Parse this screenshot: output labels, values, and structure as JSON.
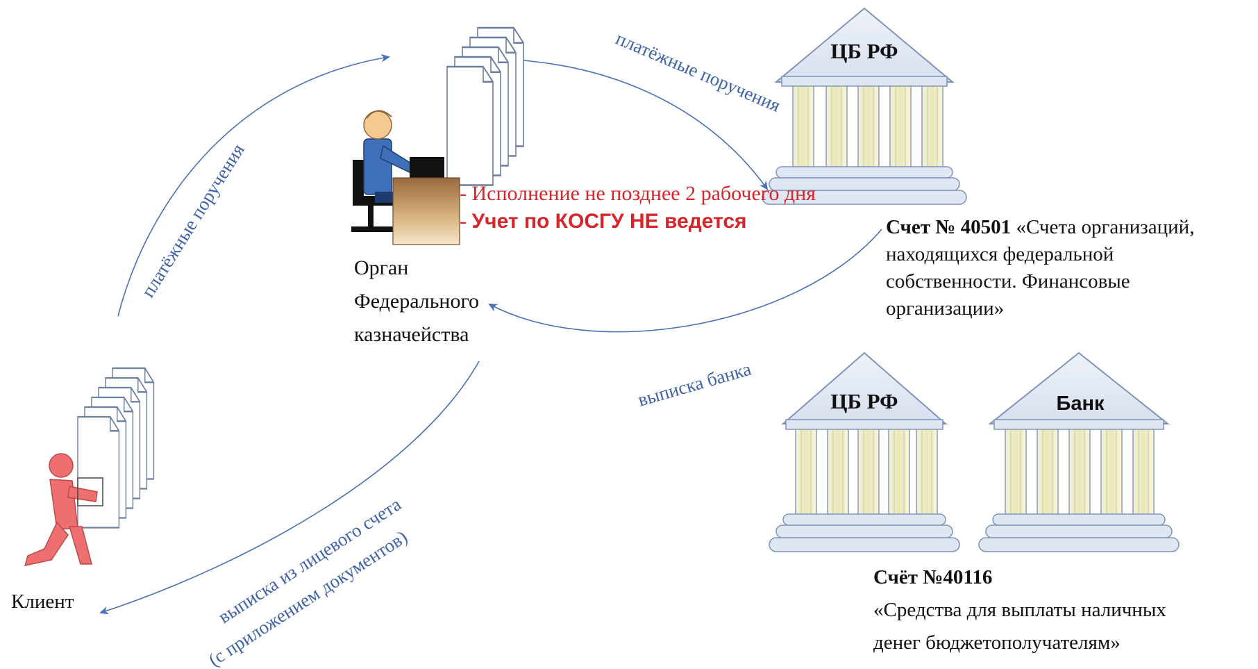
{
  "arrows": {
    "client_to_treasury": "платёжные поручения",
    "treasury_to_cb": "платёжные поручения",
    "cb_to_treasury": "выписка банка",
    "treasury_to_client_line1": "выписка из лицевого счета",
    "treasury_to_client_line2": "(с приложением документов)"
  },
  "treasury": {
    "label_line1": "Орган",
    "label_line2": "Федерального",
    "label_line3": "казначейства",
    "note1": "- Исполнение не позднее 2 рабочего дня",
    "note2_dash": "- ",
    "note2": "Учет по КОСГУ НЕ ведется"
  },
  "client": {
    "label": "Клиент"
  },
  "bank_top": {
    "title": "ЦБ РФ",
    "account_bold": "Счет № 40501",
    "account_rest": " «Счета организаций,",
    "line2": "находящихся федеральной",
    "line3": "собственности. Финансовые",
    "line4": "организации»"
  },
  "bank_bottom_left": {
    "title": "ЦБ РФ"
  },
  "bank_bottom_right": {
    "title": "Банк"
  },
  "account_bottom": {
    "number": "Счёт №40116",
    "line2": "«Средства для выплаты наличных",
    "line3": "денег бюджетополучателям»"
  },
  "colors": {
    "arrow": "#4a6fb5",
    "bank_fill": "#dfe7f3",
    "bank_stroke": "#7f93b8",
    "column_fill": "#f1f0cf",
    "person_red": "#ee6f6f",
    "person_blue": "#3e6fb8",
    "accent_red": "#d7262b"
  }
}
